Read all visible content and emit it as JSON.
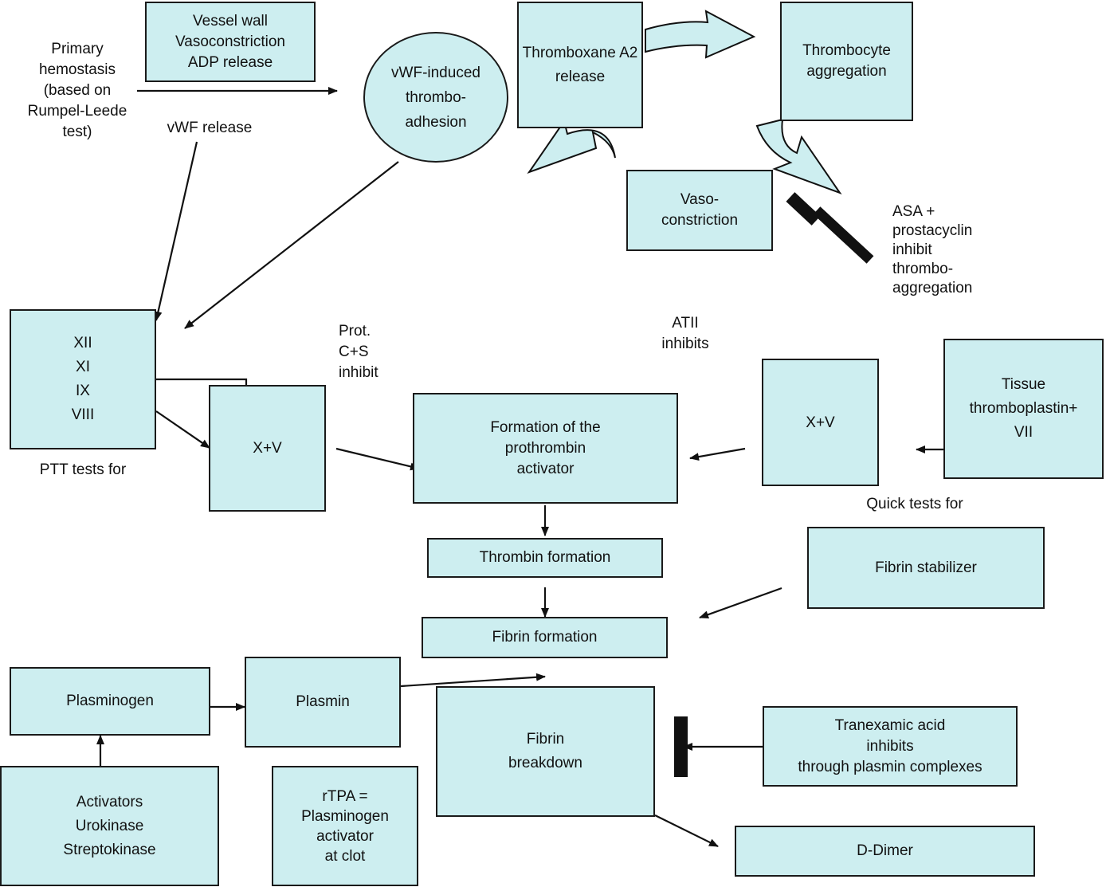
{
  "colors": {
    "box_fill": "#cdeef0",
    "stroke": "#1a1a1a"
  },
  "labels": {
    "primary_hemostasis": [
      "Primary",
      "hemostasis",
      "(based on",
      "Rumpel-Leede",
      "test)"
    ],
    "vwf_release": "vWF release",
    "ptt_tests_for": "PTT tests for",
    "prot_cs_inhibit": [
      "Prot.",
      "C+S",
      "inhibit"
    ],
    "atii_inhibits": [
      "ATII",
      "inhibits"
    ],
    "asa_prostacyclin": [
      "ASA +",
      "prostacyclin",
      "inhibit",
      "thrombo-",
      "aggregation"
    ],
    "quick_tests_for": "Quick tests for"
  },
  "boxes": {
    "vessel_wall": [
      "Vessel wall",
      "Vasoconstriction",
      "ADP release"
    ],
    "vwf_adhesion": [
      "vWF-induced",
      "thrombo-",
      "adhesion"
    ],
    "thromboxane": [
      "Thromboxane A2",
      "release"
    ],
    "thrombocyte_aggregation": [
      "Thrombocyte",
      "aggregation"
    ],
    "vasoconstriction": [
      "Vaso-",
      "constriction"
    ],
    "factors_intrinsic": [
      "XII",
      "XI",
      "IX",
      "VIII"
    ],
    "xv_left": "X+V",
    "prothrombin_activator": [
      "Formation of the",
      "prothrombin",
      "activator"
    ],
    "xv_right": "X+V",
    "tissue_thromboplastin": [
      "Tissue",
      "thromboplastin+",
      "VII"
    ],
    "thrombin_formation": "Thrombin formation",
    "fibrin_stabilizer": "Fibrin stabilizer",
    "fibrin_formation": "Fibrin formation",
    "plasminogen": "Plasminogen",
    "plasmin": "Plasmin",
    "fibrin_breakdown": [
      "Fibrin",
      "breakdown"
    ],
    "tranexamic": [
      "Tranexamic acid",
      "inhibits",
      "through plasmin complexes"
    ],
    "activators": [
      "Activators",
      "Urokinase",
      "Streptokinase"
    ],
    "rtpa": [
      "rTPA =",
      "Plasminogen",
      "activator",
      "at clot"
    ],
    "d_dimer": "D-Dimer"
  }
}
